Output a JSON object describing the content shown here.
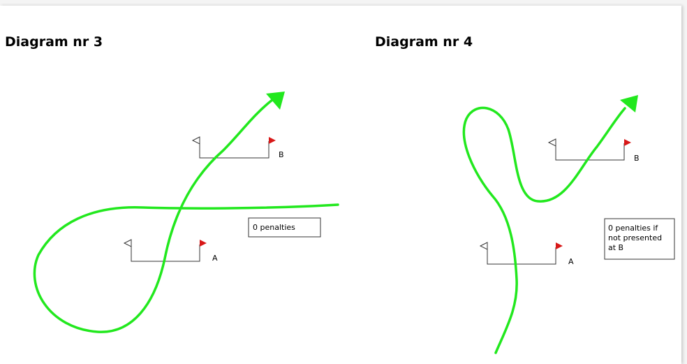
{
  "diagrams": [
    {
      "title": "Diagram nr 3",
      "gate_a_label": "A",
      "gate_b_label": "B",
      "note_lines": [
        "0 penalties"
      ]
    },
    {
      "title": "Diagram nr 4",
      "gate_a_label": "A",
      "gate_b_label": "B",
      "note_lines": [
        "0 penalties if",
        "not presented",
        "at B"
      ]
    }
  ],
  "colors": {
    "track": "#22e81e",
    "flag_right": "#d81818",
    "flag_left": "#ffffff",
    "gate_line": "#333333"
  }
}
